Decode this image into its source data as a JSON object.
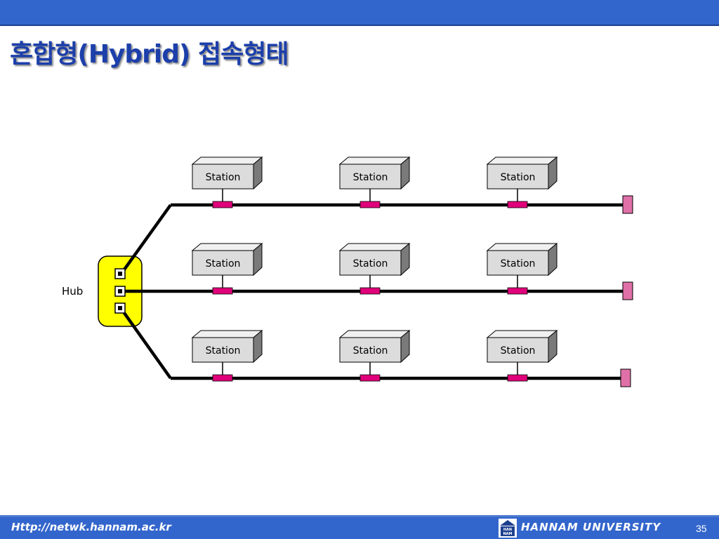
{
  "slide": {
    "title": "혼합형(Hybrid) 접속형태",
    "footer_url": "Http://netwk.hannam.ac.kr",
    "university": "HANNAM  UNIVERSITY",
    "logo_text": "HAN NAM",
    "page_number": "35"
  },
  "diagram": {
    "hub_label": "Hub",
    "station_label": "Station",
    "rows": [
      {
        "stations": [
          "Station",
          "Station",
          "Station"
        ]
      },
      {
        "stations": [
          "Station",
          "Station",
          "Station"
        ]
      },
      {
        "stations": [
          "Station",
          "Station",
          "Station"
        ]
      }
    ],
    "colors": {
      "header": "#3366cc",
      "title": "#1c3faa",
      "hub": "#ffff00",
      "tap": "#e0007a",
      "terminator": "#e070a8",
      "station_face": "#dcdcdc"
    }
  }
}
